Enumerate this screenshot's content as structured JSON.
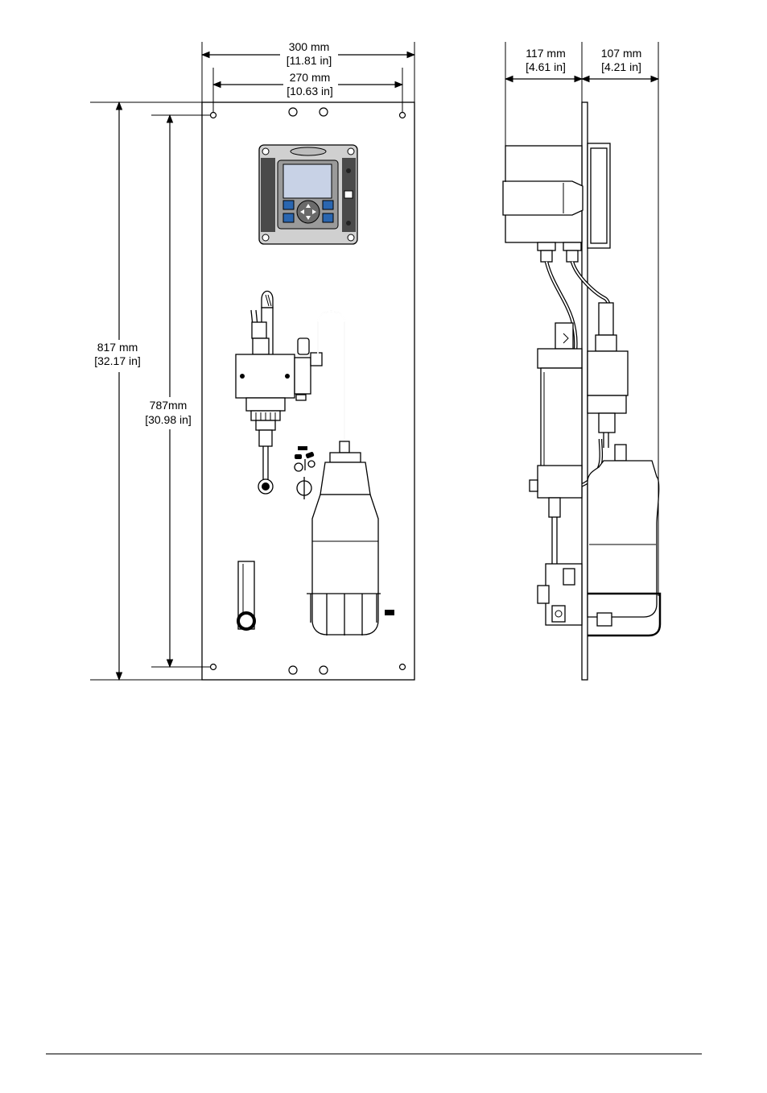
{
  "dimensions": {
    "overall_width": {
      "mm": "300 mm",
      "in": "[11.81 in]"
    },
    "hole_width": {
      "mm": "270 mm",
      "in": "[10.63 in]"
    },
    "overall_height": {
      "mm": "817 mm",
      "in": "[32.17 in]"
    },
    "hole_height": {
      "mm": "787mm",
      "in": "[30.98 in]"
    },
    "depth_front": {
      "mm": "117 mm",
      "in": "[4.61 in]"
    },
    "depth_back": {
      "mm": "107 mm",
      "in": "[4.21 in]"
    }
  },
  "colors": {
    "line": "#000000",
    "controller_dark": "#4a4a4a",
    "controller_light": "#d0d0d0",
    "screen": "#c8d2e6",
    "keys": "#2a66b0",
    "housing": "#e0e0e0"
  }
}
